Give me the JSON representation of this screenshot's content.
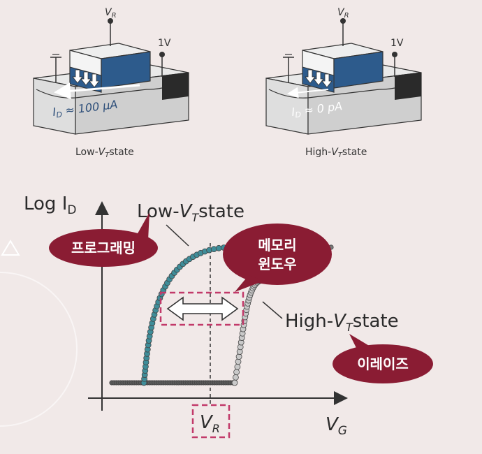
{
  "devices": [
    {
      "label_pre": "Low-",
      "label_var": "V",
      "label_sub": "T",
      "label_post": "state",
      "gate_label": "V",
      "gate_sub": "R",
      "drain_label": "1V",
      "current_pre": "I",
      "current_sub": "D",
      "current_post": " ≈ 100 μA",
      "current_color": "#2d4f7c"
    },
    {
      "label_pre": "High-",
      "label_var": "V",
      "label_sub": "T",
      "label_post": "state",
      "gate_label": "V",
      "gate_sub": "R",
      "drain_label": "1V",
      "current_pre": "I",
      "current_sub": "D",
      "current_post": " ≈ 0 pA",
      "current_color": "#ffffff"
    }
  ],
  "plot": {
    "y_axis_pre": "Log I",
    "y_axis_sub": "D",
    "x_axis_var": "V",
    "x_axis_sub": "G",
    "vr_var": "V",
    "vr_sub": "R",
    "low_label_pre": "Low-",
    "low_label_var": "V",
    "low_label_sub": "T",
    "low_label_post": "state",
    "high_label_pre": "High-",
    "high_label_var": "V",
    "high_label_sub": "T",
    "high_label_post": "state"
  },
  "callouts": {
    "program": "프로그래밍",
    "window_line1": "메모리",
    "window_line2": "윈도우",
    "erase": "이레이즈"
  },
  "colors": {
    "bubble": "#8a1c33",
    "low_curve": "#3f8d99",
    "high_curve": "#c9c9c9",
    "baseline": "#555555",
    "window_box": "#c23a6a",
    "gate_blue": "#2d5b8c"
  }
}
